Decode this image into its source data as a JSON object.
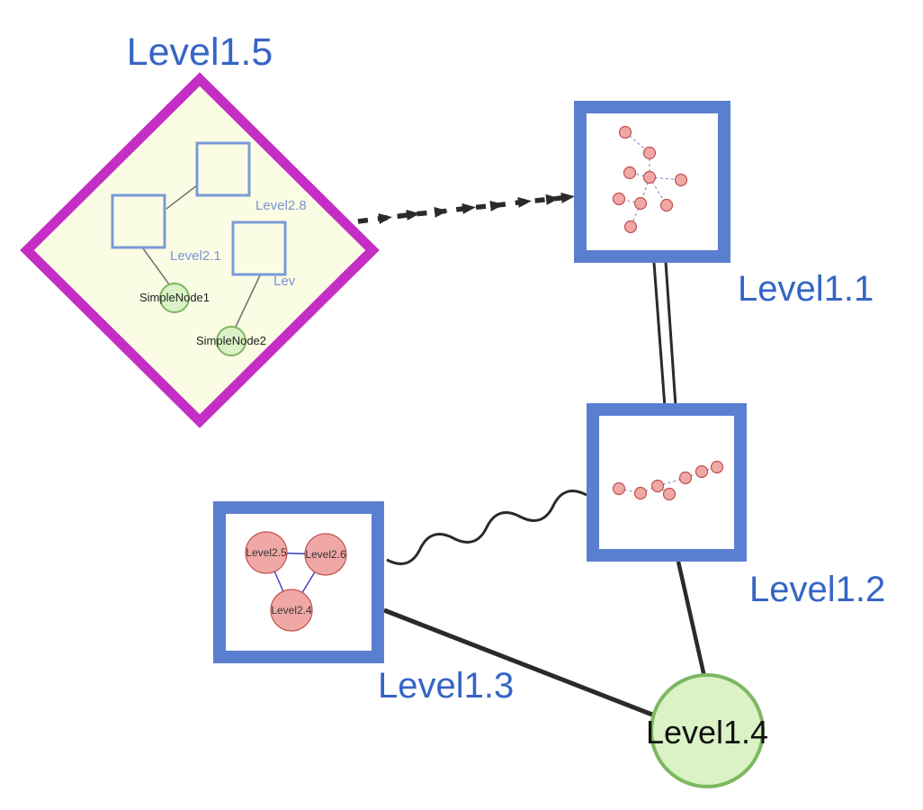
{
  "colors": {
    "label_blue": "#3565c5",
    "node_border_blue": "#5b7fd0",
    "inner_square_border": "#7a9bd8",
    "diamond_border": "#c42ec4",
    "diamond_fill": "#fbfce4",
    "green_fill": "#daf2c6",
    "green_border": "#7cb860",
    "pink_fill": "#f0a8a6",
    "pink_border": "#c0504d",
    "edge_black": "#2a2a2a",
    "dashed_edge_blue": "#5050bb"
  },
  "nodes": {
    "level15": {
      "label": "Level1.5",
      "shape": "diamond-group"
    },
    "level11": {
      "label": "Level1.1",
      "shape": "square-group"
    },
    "level12": {
      "label": "Level1.2",
      "shape": "square-group"
    },
    "level13": {
      "label": "Level1.3",
      "shape": "square-group"
    },
    "level14": {
      "label": "Level1.4",
      "shape": "circle"
    }
  },
  "level15_children": {
    "square_top_label": "Level2.8",
    "square_left_label": "Level2.1",
    "square_right_label": "Lev",
    "green1_label": "SimpleNode1",
    "green2_label": "SimpleNode2"
  },
  "level13_children": {
    "left_label": "Level2.5",
    "right_label": "Level2.6",
    "bottom_label": "Level2.4"
  },
  "edges": {
    "level15_to_level11": "dashed-arrow",
    "level11_to_level12": "double-line",
    "level13_to_level12": "wavy-line",
    "level12_to_level14": "line",
    "level13_to_level14": "line"
  }
}
